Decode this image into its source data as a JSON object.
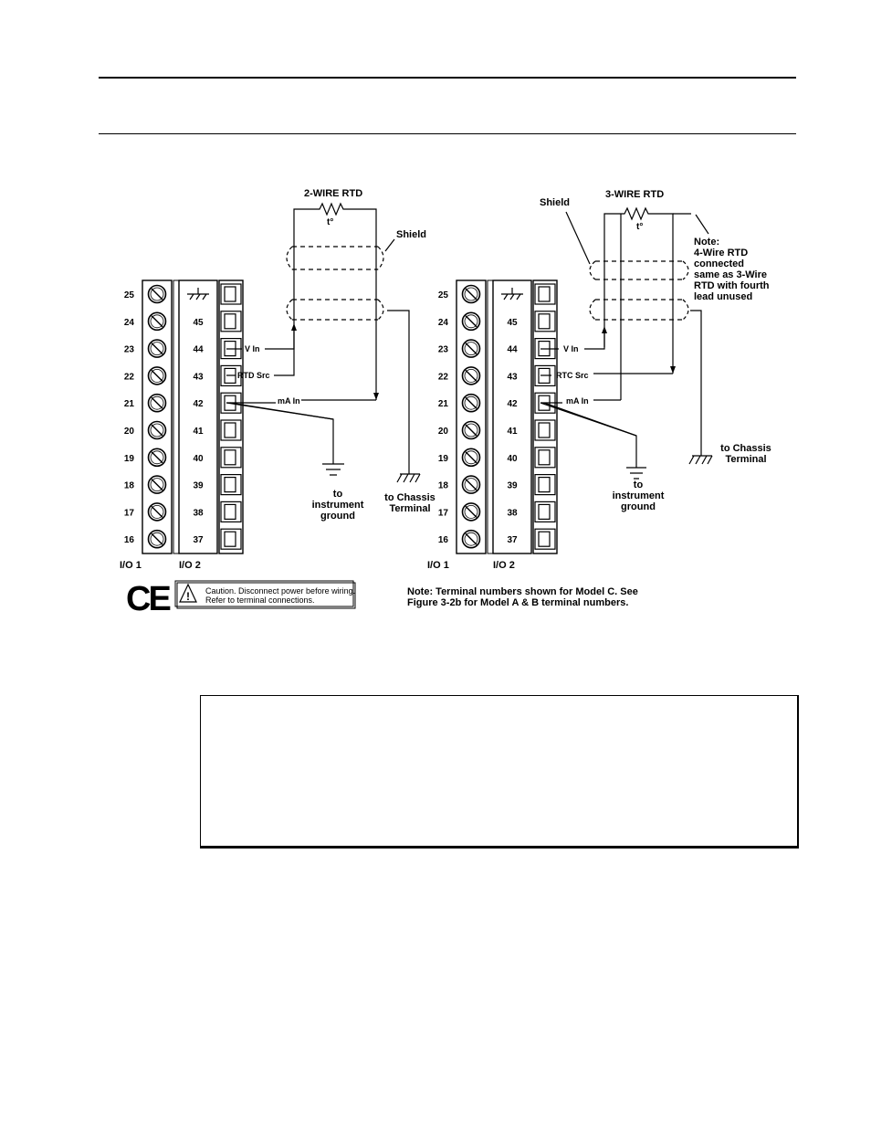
{
  "terminal_labels": {
    "io1": [
      "25",
      "24",
      "23",
      "22",
      "21",
      "20",
      "19",
      "18",
      "17",
      "16"
    ],
    "io2": [
      "45",
      "44",
      "43",
      "42",
      "41",
      "40",
      "39",
      "38",
      "37"
    ]
  },
  "group_labels": {
    "io1": "I/O 1",
    "io2": "I/O 2"
  },
  "left_panel": {
    "title": "2-WIRE RTD",
    "temp_symbol": "t°",
    "shield_label": "Shield",
    "v_in_label": "V In",
    "rtd_src_label": "RTD Src",
    "ma_in_label": "mA In",
    "ground_label": [
      "to",
      "instrument",
      "ground"
    ],
    "chassis_label": [
      "to Chassis",
      "Terminal"
    ]
  },
  "right_panel": {
    "title": "3-WIRE RTD",
    "temp_symbol": "t°",
    "shield_label": "Shield",
    "v_in_label": "V In",
    "rtd_src_label": "RTC Src",
    "ma_in_label": "mA In",
    "ground_label": [
      "to",
      "instrument",
      "ground"
    ],
    "chassis_label": [
      "to Chassis",
      "Terminal"
    ],
    "side_note": [
      "Note:",
      "4-Wire RTD",
      "connected",
      "same as 3-Wire",
      "RTD with fourth",
      "lead unused"
    ]
  },
  "caution": {
    "mark": "CE",
    "line1": "Caution. Disconnect power before wiring.",
    "line2": "Refer to terminal connections."
  },
  "footnote": {
    "line1": "Note: Terminal numbers shown for Model C. See",
    "line2": "Figure 3-2b for Model A & B terminal numbers."
  }
}
